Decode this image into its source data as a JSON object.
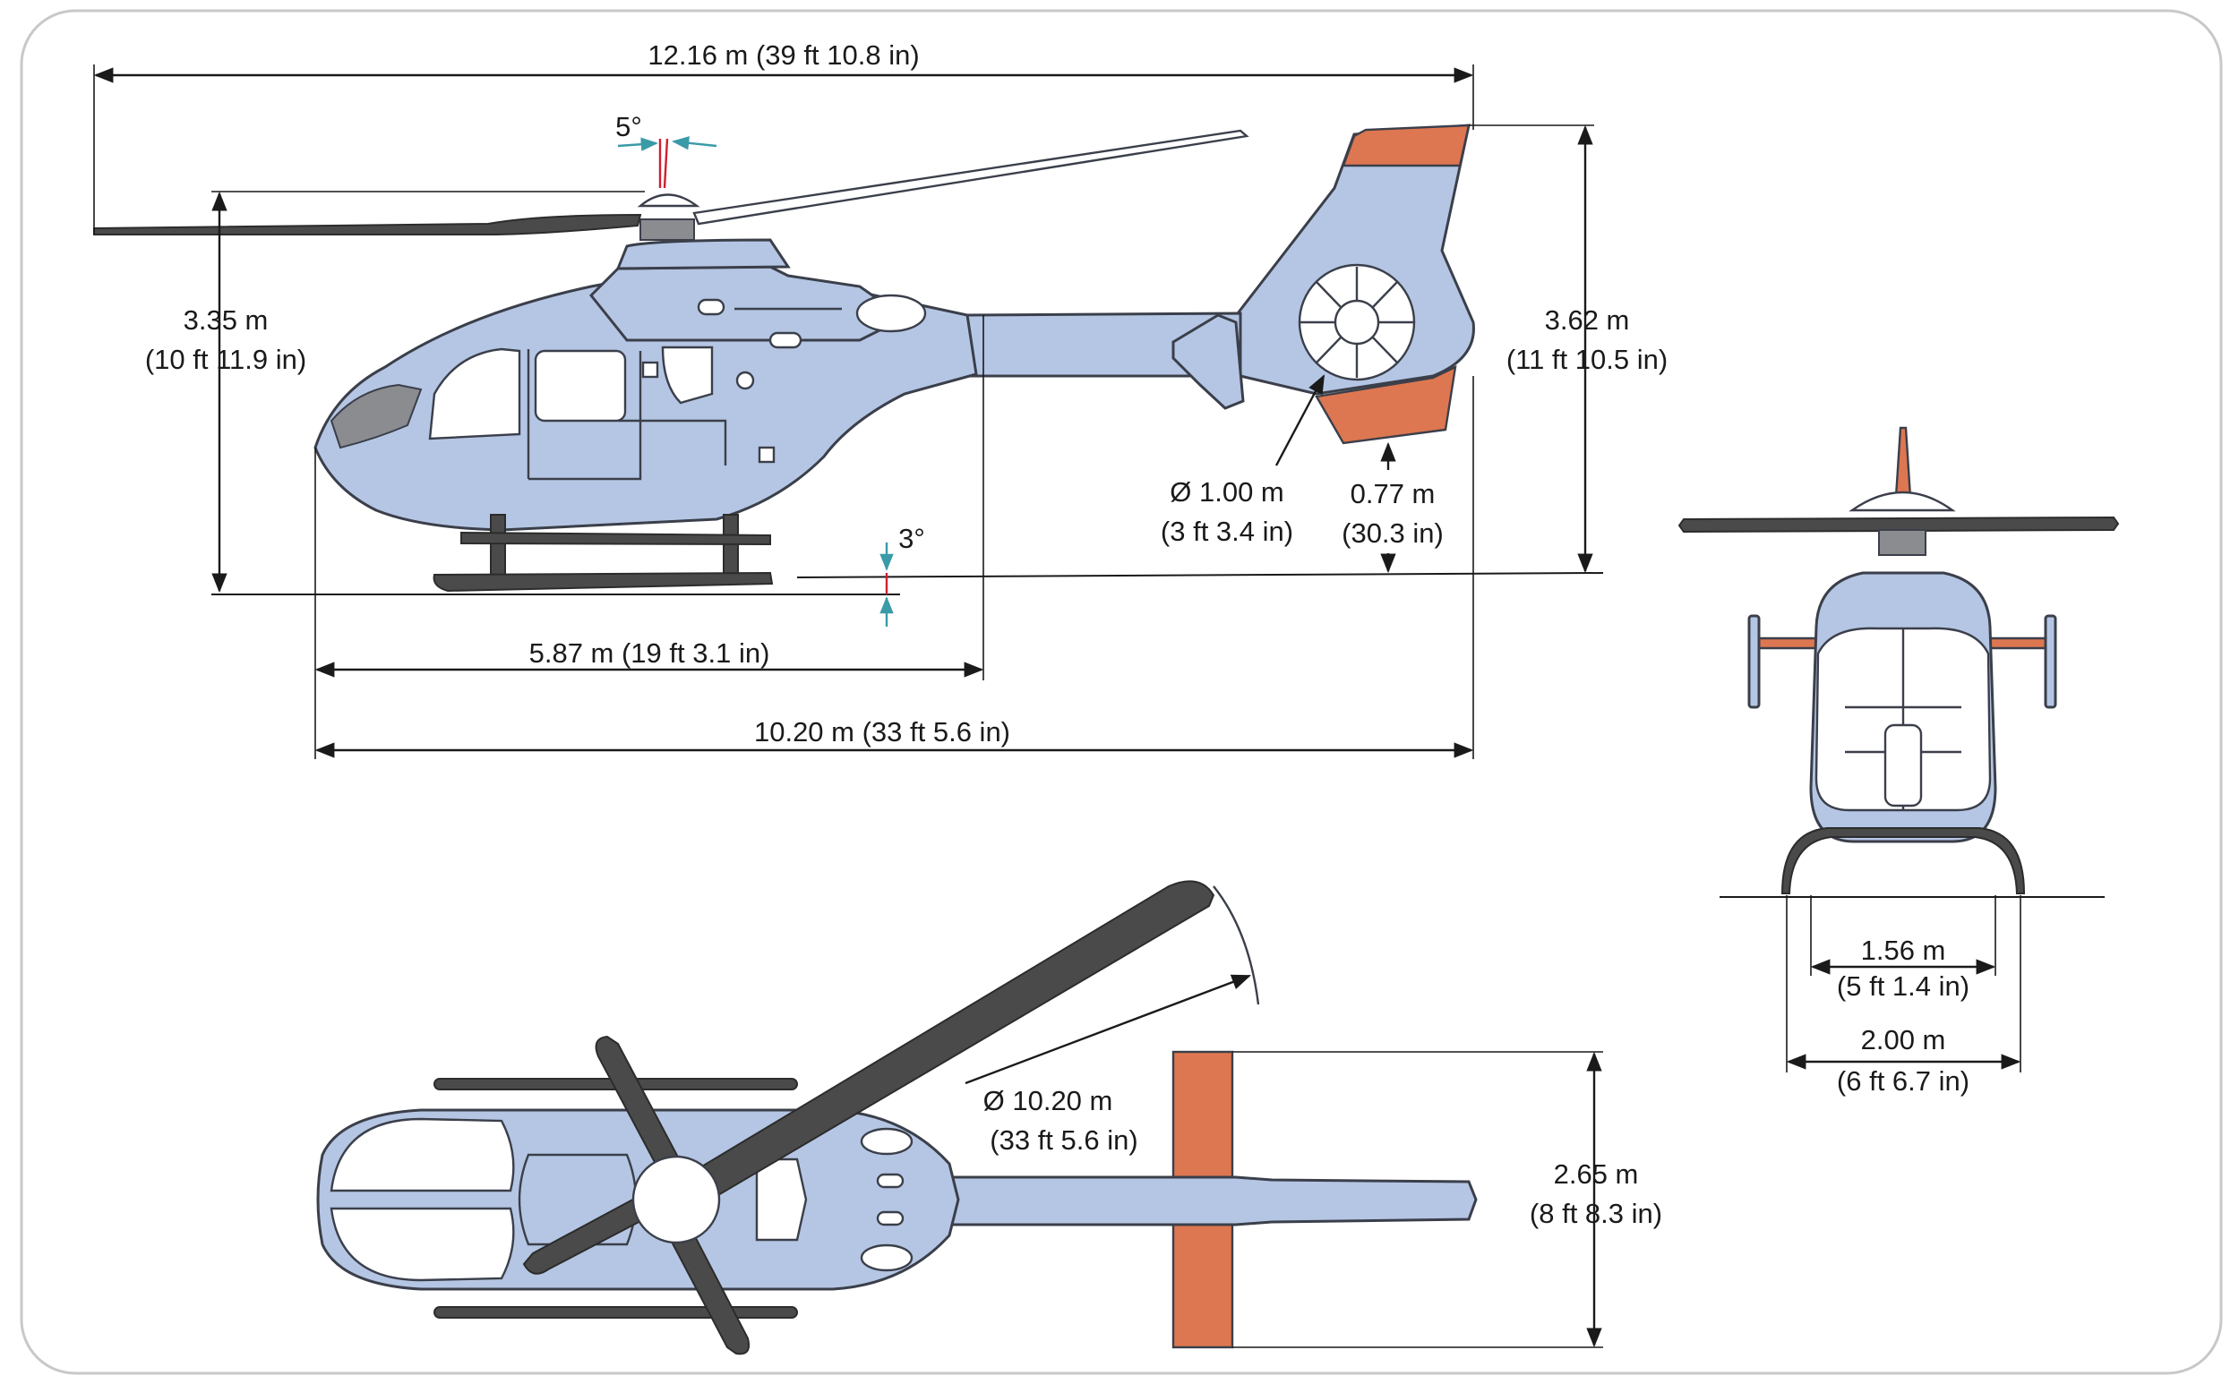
{
  "colors": {
    "fuselage": "#b4c6e3",
    "rotor_blade": "#4a4a4a",
    "accent": "#dd7752",
    "outline": "#3a3f4a",
    "angle_marker": "#3a9aa8"
  },
  "side_view": {
    "rotor_diameter_label": "12.16 m (39 ft 10.8 in)",
    "mast_tilt": "5°",
    "rotor_height_m": "3.35 m",
    "rotor_height_ft": "(10 ft 11.9 in)",
    "total_height_m": "3.62 m",
    "total_height_ft": "(11 ft 10.5 in)",
    "fenestron_dia_m": "Ø 1.00 m",
    "fenestron_dia_ft": "(3 ft 3.4 in)",
    "tail_clearance_m": "0.77 m",
    "tail_clearance_ft": "(30.3 in)",
    "ground_angle": "3°",
    "cabin_length": "5.87 m (19 ft 3.1 in)",
    "fuselage_length": "10.20 m (33 ft 5.6 in)"
  },
  "front_view": {
    "skid_inner_m": "1.56 m",
    "skid_inner_ft": "(5 ft 1.4 in)",
    "skid_outer_m": "2.00 m",
    "skid_outer_ft": "(6 ft 6.7 in)"
  },
  "top_view": {
    "rotor_disc_m": "Ø 10.20 m",
    "rotor_disc_ft": "(33 ft 5.6 in)",
    "stabilizer_span_m": "2.65 m",
    "stabilizer_span_ft": "(8 ft 8.3 in)"
  }
}
